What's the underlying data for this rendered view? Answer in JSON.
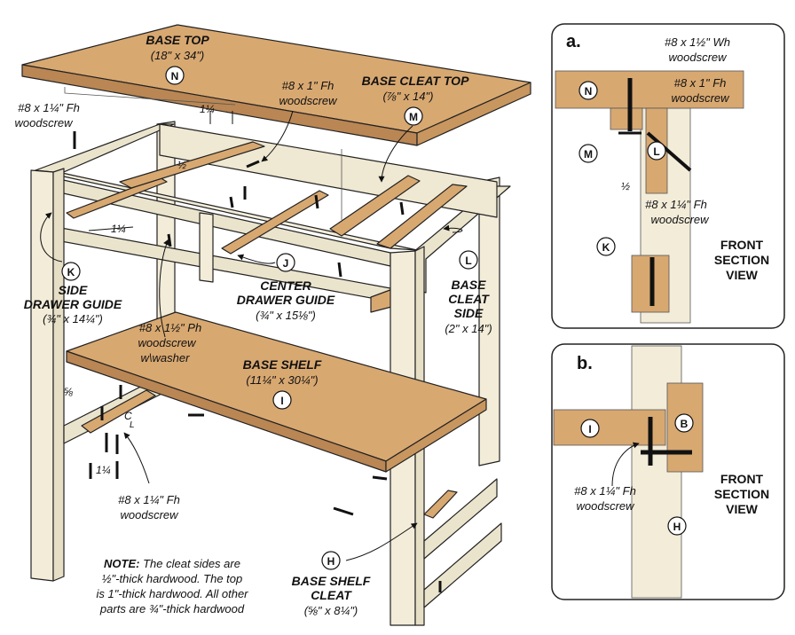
{
  "main": {
    "base_top": {
      "title": "BASE TOP",
      "size": "(18\" x 34\")",
      "key": "N"
    },
    "base_cleat_top": {
      "title": "BASE CLEAT TOP",
      "size": "(⅞\" x 14\")",
      "key": "M"
    },
    "fh_1": "#8 x 1\" Fh",
    "fh_1_b": "woodscrew",
    "fh_114_left": "#8 x 1¼\" Fh",
    "fh_114_left_b": "woodscrew",
    "dim_114_top": "1¼",
    "dim_half": "½",
    "dim_114_mid": "1¼",
    "side_drawer_guide": {
      "key": "K",
      "l1": "SIDE",
      "l2": "DRAWER GUIDE",
      "size": "(¾\" x 14¼\")"
    },
    "ph_screw": {
      "l1": "#8 x 1½\" Ph",
      "l2": "woodscrew",
      "l3": "w\\washer"
    },
    "center_drawer_guide": {
      "key": "J",
      "l1": "CENTER",
      "l2": "DRAWER GUIDE",
      "size": "(¾\" x 15⅛\")"
    },
    "base_cleat_side": {
      "key": "L",
      "l1": "BASE",
      "l2": "CLEAT",
      "l3": "SIDE",
      "size": "(2\" x 14\")"
    },
    "base_shelf": {
      "title": "BASE SHELF",
      "size": "(11¼\" x 30¼\")",
      "key": "I"
    },
    "dim_58": "⅝",
    "dim_114_low": "1¼",
    "dim_cl": "C",
    "dim_cl_l": "L",
    "fh_114_low": "#8 x 1¼\" Fh",
    "fh_114_low_b": "woodscrew",
    "note": {
      "head": "NOTE:",
      "l1": " The cleat sides are",
      "l2": "½\"-thick hardwood. The top",
      "l3": "is 1\"-thick hardwood. All other",
      "l4": "parts are ¾\"-thick hardwood"
    },
    "base_shelf_cleat": {
      "key": "H",
      "l1": "BASE SHELF",
      "l2": "CLEAT",
      "size": "(⅝\" x 8¼\")"
    }
  },
  "detail_a": {
    "letter": "a.",
    "wh": "#8 x 1½\" Wh",
    "wh_b": "woodscrew",
    "fh1": "#8 x 1\" Fh",
    "fh1_b": "woodscrew",
    "dim": "½",
    "fh114": "#8 x 1¼\" Fh",
    "fh114_b": "woodscrew",
    "keys": [
      "N",
      "M",
      "L",
      "K"
    ],
    "view_l1": "FRONT",
    "view_l2": "SECTION",
    "view_l3": "VIEW"
  },
  "detail_b": {
    "letter": "b.",
    "keys": [
      "I",
      "B",
      "H"
    ],
    "fh": "#8 x 1¼\" Fh",
    "fh_b": "woodscrew",
    "view_l1": "FRONT",
    "view_l2": "SECTION",
    "view_l3": "VIEW"
  },
  "colors": {
    "wood": "#d8a871",
    "wood_dark": "#b98654",
    "frame": "#f2ecd9",
    "panel": "#ebe4cd",
    "ink": "#111111"
  }
}
